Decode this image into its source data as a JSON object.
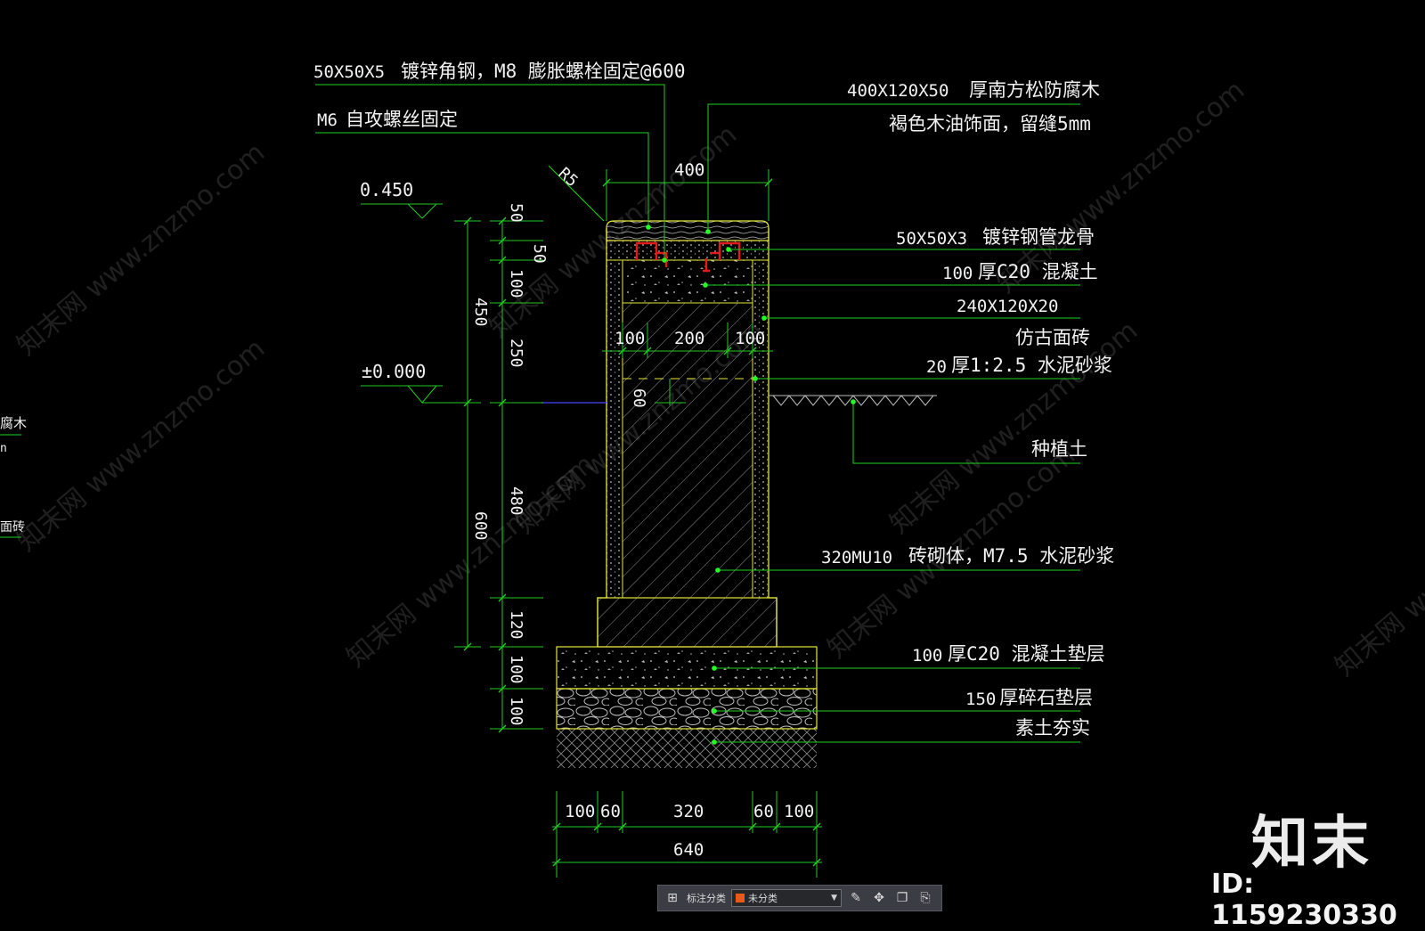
{
  "drawing": {
    "colors": {
      "background": "#000000",
      "text": "#f2f2f2",
      "leader": "#1fd11f",
      "dim": "#22c922",
      "outline": "#e6e63a",
      "steel": "#e11b1b",
      "hatch": "#9a9a9a",
      "ground_line": "#3a3ad6"
    },
    "elevations": {
      "top": "0.450",
      "ground": "±0.000"
    },
    "top_labels": {
      "angle_steel_size": "50X50X5",
      "angle_steel_desc": "镀锌角钢，M8 膨胀螺栓固定@600",
      "screw_size": "M6",
      "screw_desc": "自攻螺丝固定",
      "wood_size": "400X120X50",
      "wood_desc": "厚南方松防腐木",
      "wood_finish": "褐色木油饰面，留缝5mm",
      "radius": "R5"
    },
    "dims_top": {
      "width": "400"
    },
    "dims_inner": [
      "100",
      "200",
      "100"
    ],
    "dim_60": "60",
    "dims_left_inner": [
      "50",
      "50",
      "100",
      "250",
      "480",
      "120",
      "100",
      "100"
    ],
    "dims_left_outer": [
      "450",
      "600"
    ],
    "right_labels": {
      "tube_size": "50X50X3",
      "tube_desc": "镀锌钢管龙骨",
      "concrete_thk": "100",
      "concrete_desc": "厚C20  混凝土",
      "tile_size": "240X120X20",
      "tile_desc": "仿古面砖",
      "mortar_thk": "20",
      "mortar_desc": "厚1:2.5  水泥砂浆",
      "soil": "种植土",
      "brick_size": "320MU10",
      "brick_desc": "砖砌体，M7.5 水泥砂浆",
      "pad_thk": "100",
      "pad_desc": "厚C20  混凝土垫层",
      "gravel_thk": "150",
      "gravel_desc": "厚碎石垫层",
      "compact": "素土夯实"
    },
    "dims_bottom": [
      "100",
      "60",
      "320",
      "60",
      "100"
    ],
    "dim_bottom_total": "640",
    "left_fragments": [
      "腐木",
      "n",
      "面砖"
    ],
    "watermark": "知末网 www.znzmo.com"
  },
  "brand": {
    "logo": "知末",
    "id_text": "ID: 1159230330"
  },
  "toolbar": {
    "grid_icon": "grid-icon",
    "label": "标注分类",
    "select_value": "未分类",
    "select_color": "#e8591a",
    "icons": [
      "edit-icon",
      "move-icon",
      "copy-icon",
      "paste-icon"
    ]
  }
}
